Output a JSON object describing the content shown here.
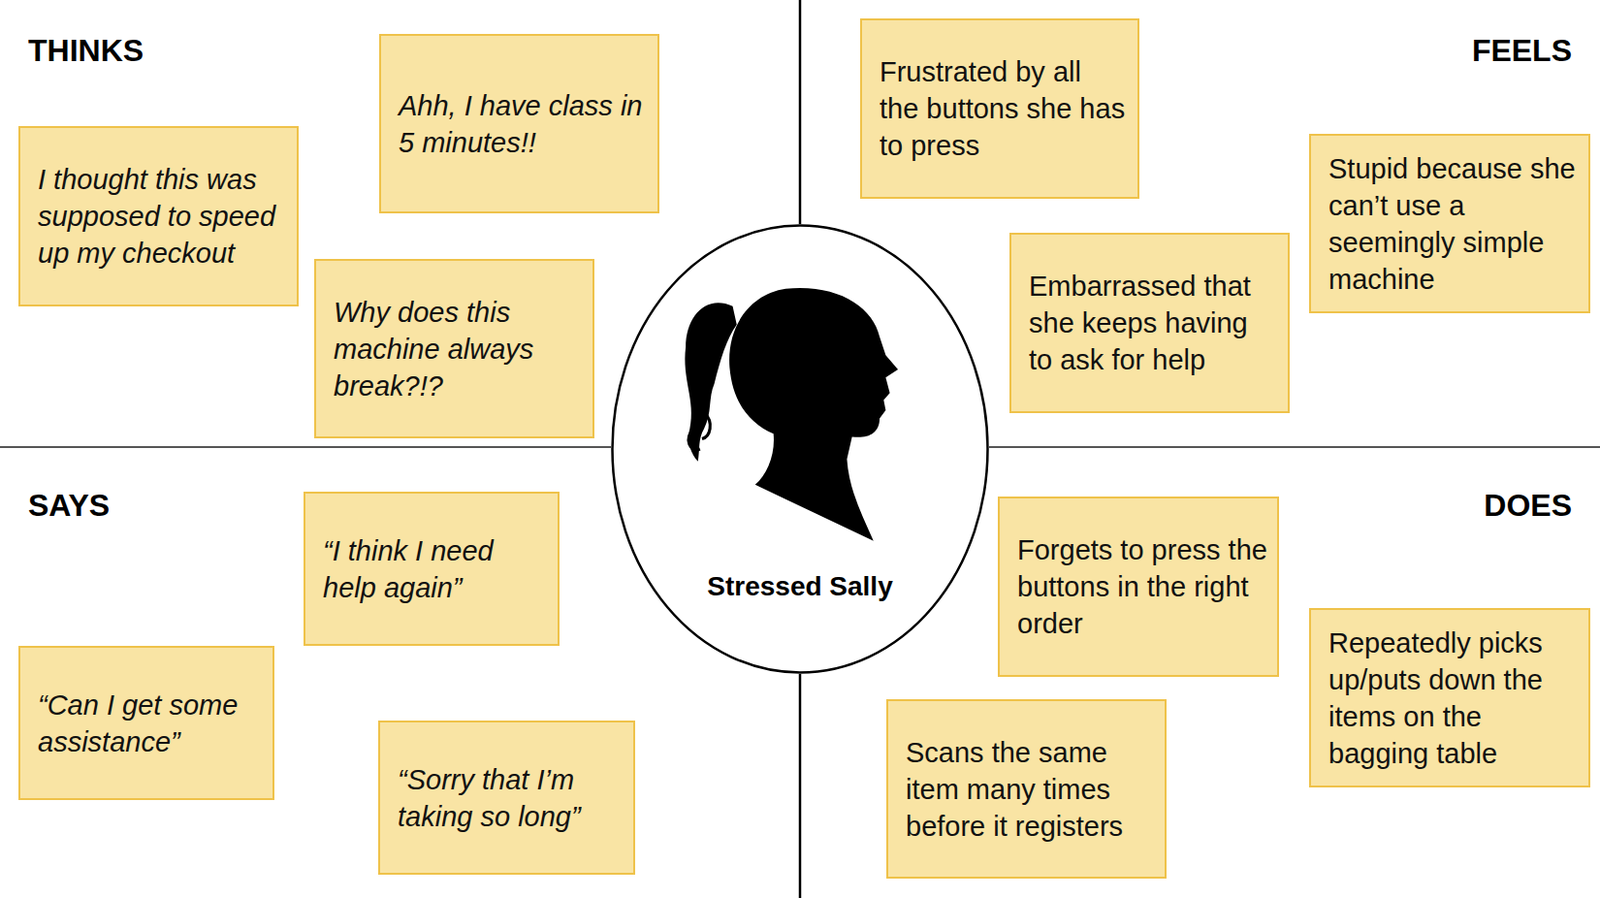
{
  "diagram": {
    "nodes": [
      {
        "text": [
          "I thought this was supposed to speed up my checkout"
        ]
      },
      {
        "text": [
          "Ahh, I have class in 5 minutes!!"
        ]
      },
      {
        "text": [
          "Why does this machine always break?!?"
        ]
      },
      {
        "text": [
          "Frustrated by all the buttons she has to press"
        ]
      },
      {
        "text": [
          "Stupid because she can’t use a seemingly simple machine"
        ]
      },
      {
        "text": [
          "Embarrassed that she keeps having to ask for help"
        ]
      },
      {
        "text": [
          "Stressed Sally"
        ]
      },
      {
        "text": [
          "“I think I need help again”"
        ]
      },
      {
        "text": [
          "“Can I get some assistance”"
        ]
      },
      {
        "text": [
          "“Sorry that I’m taking so long”"
        ]
      },
      {
        "text": [
          "Forgets to press the buttons in the right order"
        ]
      },
      {
        "text": [
          "Repeatedly picks up/puts down the items on the bagging table"
        ]
      },
      {
        "text": [
          "Scans the same item many times before it registers"
        ]
      }
    ],
    "labels": [
      "THINKS",
      "FEELS",
      "SAYS",
      "DOES"
    ]
  }
}
